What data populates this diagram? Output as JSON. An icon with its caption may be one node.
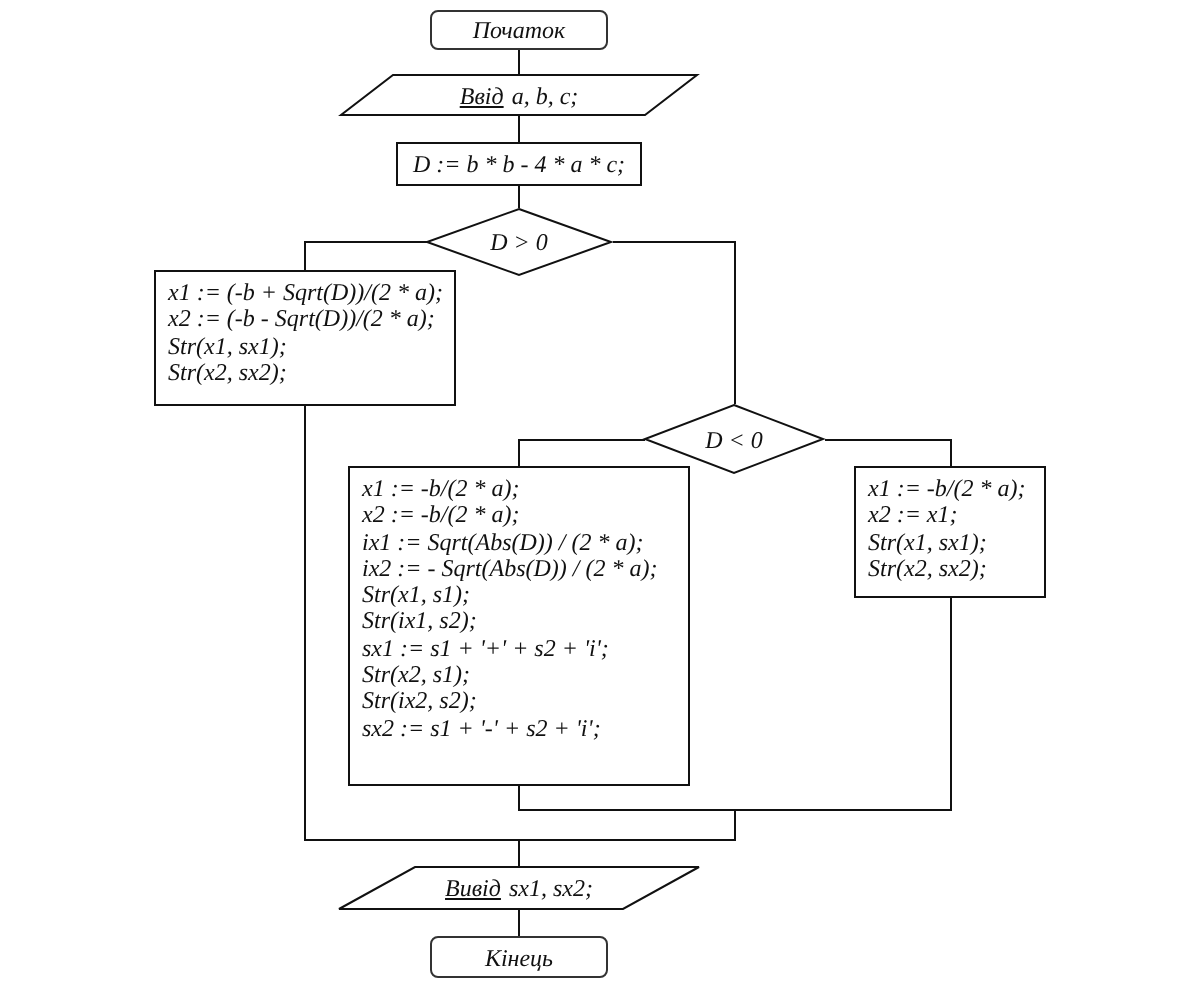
{
  "diagram": {
    "nodes": [
      {
        "text": [
          "Початок"
        ]
      },
      {
        "text": [
          "Ввід",
          "a, b, c;"
        ]
      },
      {
        "text": [
          "D := b * b - 4 * a * c;"
        ]
      },
      {
        "text": [
          "D > 0"
        ]
      },
      {
        "text": [
          "x1 := (-b + Sqrt(D))/(2 * a);",
          "x2 := (-b - Sqrt(D))/(2 * a);",
          "Str(x1, sx1);",
          "Str(x2, sx2);"
        ]
      },
      {
        "text": [
          "D < 0"
        ]
      },
      {
        "text": [
          "x1 := -b/(2 * a);",
          "x2 := -b/(2 * a);",
          "ix1 := Sqrt(Abs(D)) / (2 * a);",
          "ix2 := - Sqrt(Abs(D)) / (2 * a);",
          "Str(x1, s1);",
          "Str(ix1, s2);",
          "sx1 := s1 + '+' + s2 + 'i';",
          "Str(x2, s1);",
          "Str(ix2, s2);",
          "sx2 := s1 + '-' + s2 + 'i';"
        ]
      },
      {
        "text": [
          "x1 := -b/(2 * a);",
          "x2 := x1;",
          "Str(x1, sx1);",
          "Str(x2, sx2);"
        ]
      },
      {
        "text": [
          "Вивід",
          "sx1, sx2;"
        ]
      },
      {
        "text": [
          "Кінець"
        ]
      }
    ],
    "edges": [
      {
        "from": 0,
        "to": 1,
        "arrow": "none"
      },
      {
        "from": 1,
        "to": 2,
        "arrow": "none"
      },
      {
        "from": 2,
        "to": 3,
        "arrow": "none"
      },
      {
        "from": 3,
        "to": 4,
        "arrow": "none"
      },
      {
        "from": 3,
        "to": 5,
        "arrow": "none"
      },
      {
        "from": 5,
        "to": 6,
        "arrow": "none"
      },
      {
        "from": 5,
        "to": 7,
        "arrow": "none"
      },
      {
        "from": 4,
        "to": 8,
        "arrow": "none"
      },
      {
        "from": 6,
        "to": 8,
        "arrow": "none"
      },
      {
        "from": 7,
        "to": 8,
        "arrow": "none"
      },
      {
        "from": 8,
        "to": 9,
        "arrow": "none"
      }
    ]
  }
}
